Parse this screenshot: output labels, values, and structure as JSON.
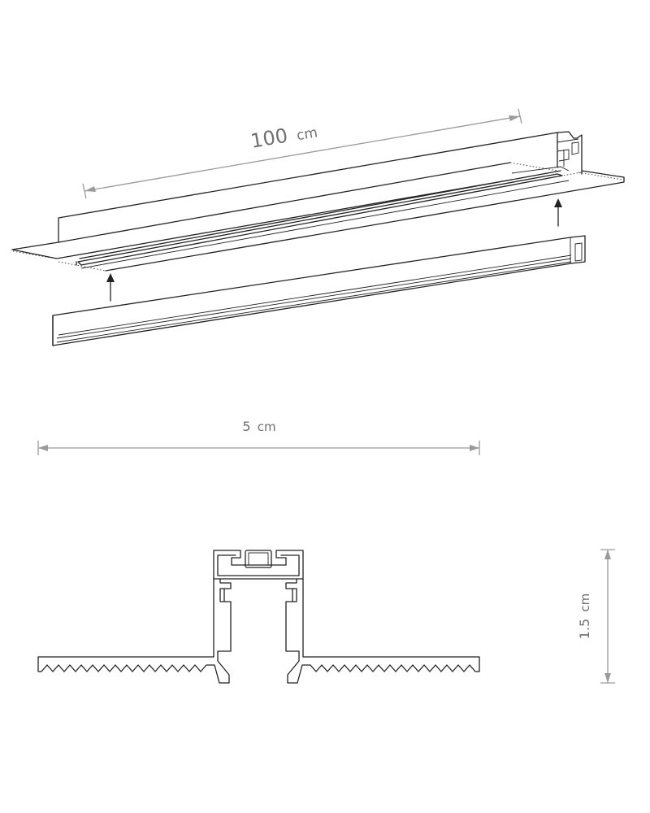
{
  "colors": {
    "background": "#ffffff",
    "linework": "#222222",
    "dimension": "#9a9a9a",
    "dimension_text": "#707070"
  },
  "dimensions": {
    "length": {
      "value": "100",
      "unit": "cm"
    },
    "width": {
      "value": "5",
      "unit": "cm"
    },
    "height": {
      "value": "1.5",
      "unit": "cm"
    }
  }
}
